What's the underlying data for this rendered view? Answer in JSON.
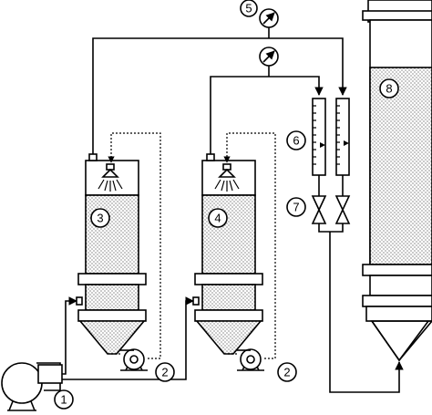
{
  "labels": {
    "blower": "1",
    "pump_a": "2",
    "pump_b": "2",
    "column_a": "3",
    "column_b": "4",
    "gauge": "5",
    "flowmeter": "6",
    "valve": "7",
    "tower": "8"
  },
  "colors": {
    "line": "#000000",
    "background": "#ffffff"
  }
}
